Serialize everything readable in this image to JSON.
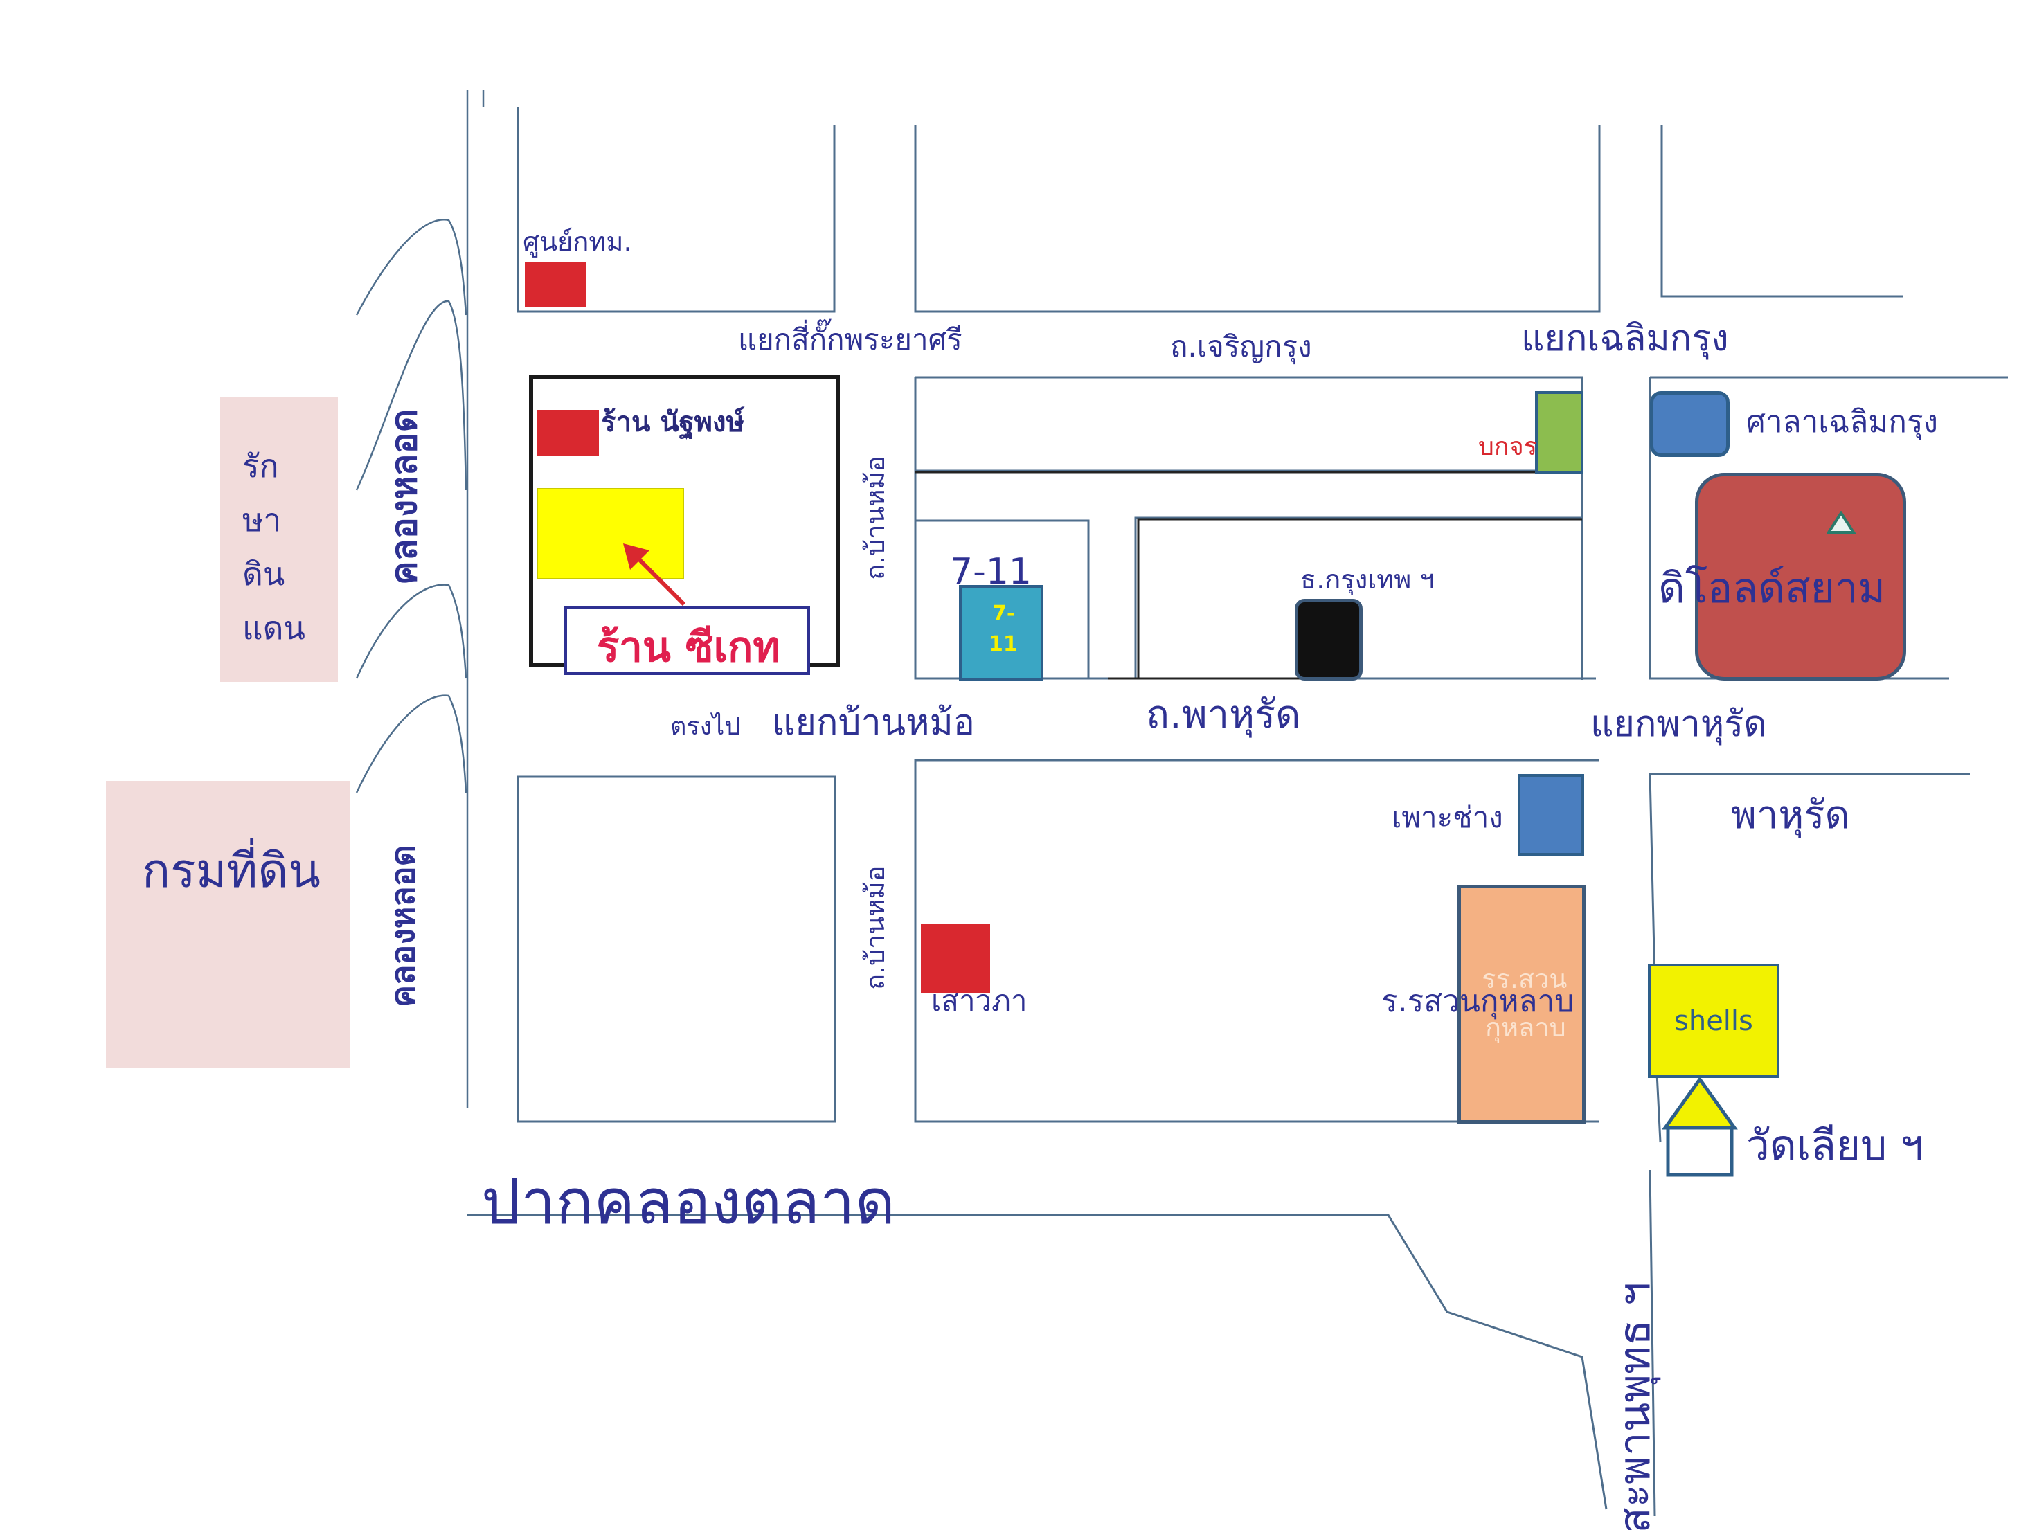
{
  "colors": {
    "road_line": "#4f6e8c",
    "text_navy": "#2e3192",
    "shop_red": "#d9282f",
    "shop_label_red": "#e01f4e",
    "yellow_shop": "#ffff00",
    "zone_pink": "#f2dcdb",
    "seven_eleven_teal": "#3aa6c4",
    "bank_black": "#111111",
    "post_green": "#8cbd4f",
    "blue_building": "#4a7ebf",
    "old_siam_red": "#c0504d",
    "school_orange": "#f4b183",
    "shell_yellow": "#f2f200",
    "arrow_red": "#d9282f"
  },
  "zones": {
    "raksa_din_daen_lines": [
      "รัก",
      "ษา",
      "ดิน",
      "แดน"
    ],
    "krom_thi_din": "กรมที่ดิน"
  },
  "canals": {
    "khlong_lot_upper": "คลองหลอด",
    "khlong_lot_lower": "คลองหลอด",
    "pak_khlong_talat": "ปากคลองตลาด"
  },
  "roads": {
    "ban_mo_upper": "ถ.บ้านหม้อ",
    "ban_mo_lower": "ถ.บ้านหม้อ",
    "charoen_krung": "ถ.เจริญกรุง",
    "phahurat": "ถ.พาหุรัด",
    "phahurat_right": "พาหุรัด",
    "saphan_phut": "สะพานพุทธ ฯ",
    "straight_ahead": "ตรงไป"
  },
  "junctions": {
    "sikak_phraya_si": "แยกสี่กั๊กพระยาศรี",
    "chaloem_krung": "แยกเฉลิมกรุง",
    "ban_mo": "แยกบ้านหม้อ",
    "phahurat": "แยกพาหุรัด"
  },
  "places": {
    "bma_center": "ศูนย์กทม.",
    "nattaphong_shop": "ร้าน นัฐพงษ์",
    "cgate_shop": "ร้าน ซีเกท",
    "seven_eleven": "7-11",
    "seven_eleven_badge_1": "7-",
    "seven_eleven_badge_2": "11",
    "bangkok_bank": "ธ.กรุงเทพ ฯ",
    "post_office": "บกจร",
    "sala_chaloem_krung": "ศาลาเฉลิมกรุง",
    "old_siam": "ดิโอลด์สยาม",
    "pho_chang": "เพาะช่าง",
    "sao_wapha": "เสาวภา",
    "suan_kulap_school": "ร.รสวนกุหลาบ",
    "suan_kulap_school_inner_1": "รร.สวน",
    "suan_kulap_school_inner_2": "กุหลาบ",
    "shells": "shells",
    "wat_liap": "วัดเลียบ ฯ"
  },
  "icons": {
    "destination_arrow": "arrow-up-left-icon",
    "old_siam_marker": "triangle-marker-icon",
    "wat_marker": "temple-icon"
  }
}
